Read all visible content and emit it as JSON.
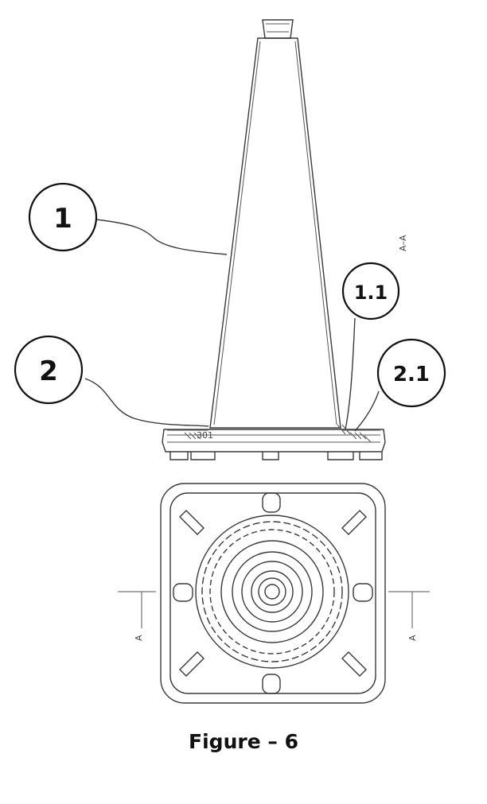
{
  "callouts": {
    "c1": "1",
    "c11": "1.1",
    "c2": "2",
    "c21": "2.1"
  },
  "section_labels": {
    "vertical": "A–A",
    "left": "A",
    "right": "A"
  },
  "caption": "Figure – 6"
}
